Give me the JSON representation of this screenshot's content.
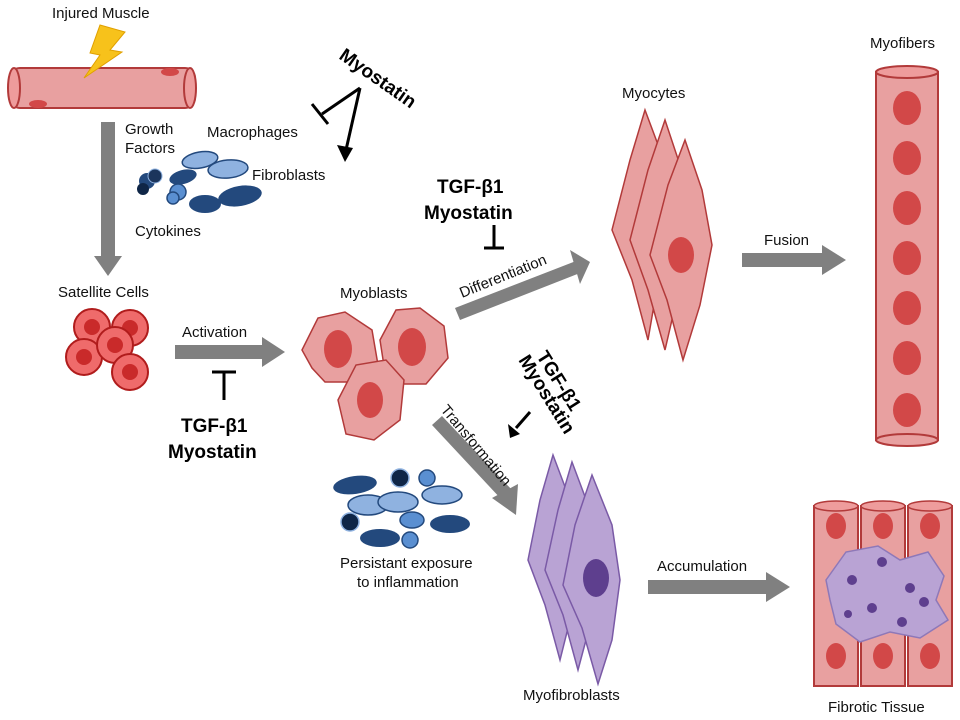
{
  "labels": {
    "injured_muscle": "Injured Muscle",
    "growth": "Growth",
    "factors": "Factors",
    "macrophages": "Macrophages",
    "fibroblasts": "Fibroblasts",
    "cytokines": "Cytokines",
    "myostatin_top": "Myostatin",
    "satellite_cells": "Satellite Cells",
    "activation": "Activation",
    "myoblasts": "Myoblasts",
    "tgf_activation": "TGF-β1",
    "myostatin_activation": "Myostatin",
    "tgf_differentiation": "TGF-β1",
    "myostatin_differentiation": "Myostatin",
    "differentiation": "Differentiation",
    "myocytes": "Myocytes",
    "fusion": "Fusion",
    "myofibers": "Myofibers",
    "tgf_transformation": "TGF-β1",
    "myostatin_transformation": "Myostatin",
    "transformation": "Transformation",
    "persistant_line1": "Persistant exposure",
    "persistant_line2": "to inflammation",
    "myofibroblasts": "Myofibroblasts",
    "accumulation": "Accumulation",
    "fibrotic_tissue": "Fibrotic Tissue"
  },
  "colors": {
    "muscle_fill": "#e8a0a0",
    "muscle_stroke": "#b23a3a",
    "nucleus": "#d24848",
    "satellite_fill": "#ef6b6b",
    "satellite_stroke": "#b01c1c",
    "myofibroblast_fill": "#b9a3d4",
    "myofibroblast_nucleus": "#5e3f8e",
    "immune_dark": "#23497d",
    "immune_light": "#8fb2e0",
    "arrow_gray": "#808080",
    "bolt": "#f7c21b"
  }
}
